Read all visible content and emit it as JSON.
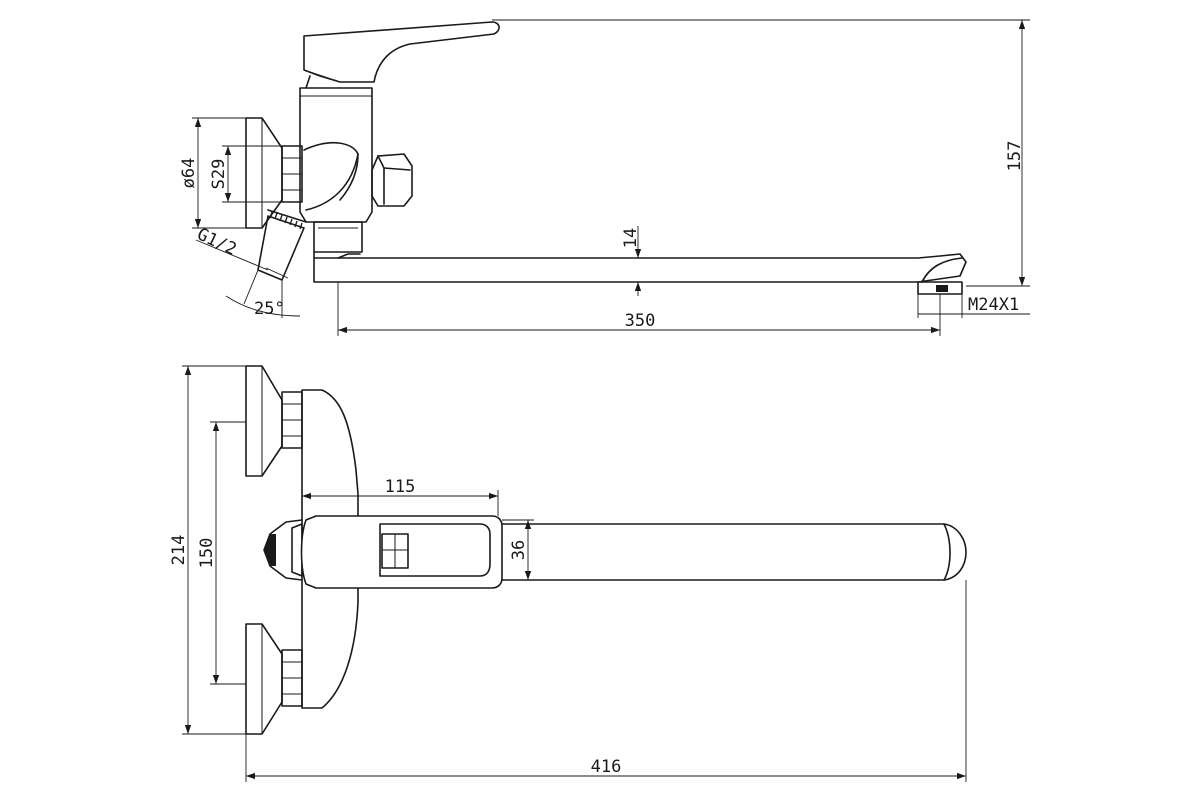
{
  "side_view": {
    "dims": {
      "height_total": "157",
      "diameter_flange": "ø64",
      "wrench_size": "S29",
      "thread": "G1/2",
      "angle": "25°",
      "spout_thickness": "14",
      "spout_reach": "350",
      "aerator_thread": "M24X1"
    }
  },
  "top_view": {
    "dims": {
      "overall_width": "214",
      "center_distance": "150",
      "handle_offset": "115",
      "handle_width": "36",
      "overall_length": "416"
    }
  }
}
